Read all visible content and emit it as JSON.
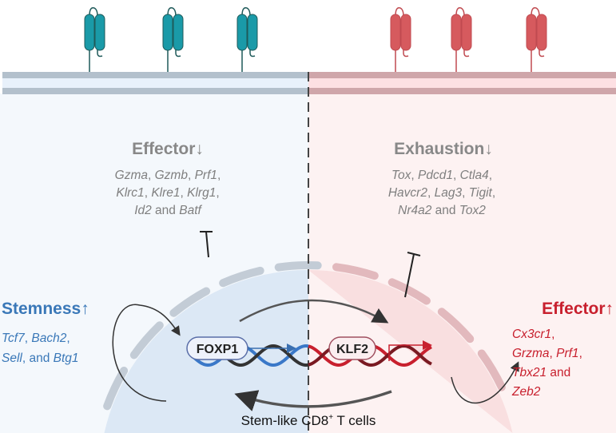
{
  "colors": {
    "teal": "#1a9aa8",
    "red": "#d65a5e",
    "blue_text": "#3a78b8",
    "red_text": "#c8202e",
    "gray_text": "#888888"
  },
  "left": {
    "heading": "Effector",
    "heading_arrow": "↓",
    "genes": [
      [
        {
          "t": "Gzma",
          "i": true
        },
        {
          "t": ", ",
          "i": false
        },
        {
          "t": "Gzmb",
          "i": true
        },
        {
          "t": ", ",
          "i": false
        },
        {
          "t": "Prf1",
          "i": true
        },
        {
          "t": ",",
          "i": false
        }
      ],
      [
        {
          "t": "Klrc1",
          "i": true
        },
        {
          "t": ", ",
          "i": false
        },
        {
          "t": "Klre1",
          "i": true
        },
        {
          "t": ", ",
          "i": false
        },
        {
          "t": "Klrg1",
          "i": true
        },
        {
          "t": ",",
          "i": false
        }
      ],
      [
        {
          "t": "Id2",
          "i": true
        },
        {
          "t": " and ",
          "i": false
        },
        {
          "t": "Batf",
          "i": true
        }
      ]
    ]
  },
  "right": {
    "heading": "Exhaustion",
    "heading_arrow": "↓",
    "genes": [
      [
        {
          "t": "Tox",
          "i": true
        },
        {
          "t": ", ",
          "i": false
        },
        {
          "t": "Pdcd1",
          "i": true
        },
        {
          "t": ", ",
          "i": false
        },
        {
          "t": "Ctla4",
          "i": true
        },
        {
          "t": ",",
          "i": false
        }
      ],
      [
        {
          "t": "Havcr2",
          "i": true
        },
        {
          "t": ", ",
          "i": false
        },
        {
          "t": "Lag3",
          "i": true
        },
        {
          "t": ", ",
          "i": false
        },
        {
          "t": "Tigit",
          "i": true
        },
        {
          "t": ",",
          "i": false
        }
      ],
      [
        {
          "t": "Nr4a2",
          "i": true
        },
        {
          "t": " and ",
          "i": false
        },
        {
          "t": "Tox2",
          "i": true
        }
      ]
    ]
  },
  "stemness": {
    "heading": "Stemness",
    "heading_arrow": "↑",
    "genes": [
      [
        {
          "t": "Tcf7",
          "i": true
        },
        {
          "t": ", ",
          "i": false
        },
        {
          "t": "Bach2",
          "i": true
        },
        {
          "t": ",",
          "i": false
        }
      ],
      [
        {
          "t": "Sell",
          "i": true
        },
        {
          "t": ", and ",
          "i": false
        },
        {
          "t": "Btg1",
          "i": true
        }
      ]
    ]
  },
  "effector_up": {
    "heading": "Effector",
    "heading_arrow": "↑",
    "genes": [
      [
        {
          "t": "Cx3cr1",
          "i": true
        },
        {
          "t": ",",
          "i": false
        }
      ],
      [
        {
          "t": "Grzma",
          "i": true
        },
        {
          "t": ", ",
          "i": false
        },
        {
          "t": "Prf1",
          "i": true
        },
        {
          "t": ",",
          "i": false
        }
      ],
      [
        {
          "t": "Tbx21",
          "i": true
        },
        {
          "t": " and",
          "i": false
        }
      ],
      [
        {
          "t": "Zeb2",
          "i": true
        }
      ]
    ]
  },
  "factors": {
    "left": "FOXP1",
    "right": "KLF2"
  },
  "caption": {
    "main": "Stem-like CD8",
    "sup": "+",
    "rest": " T cells"
  }
}
